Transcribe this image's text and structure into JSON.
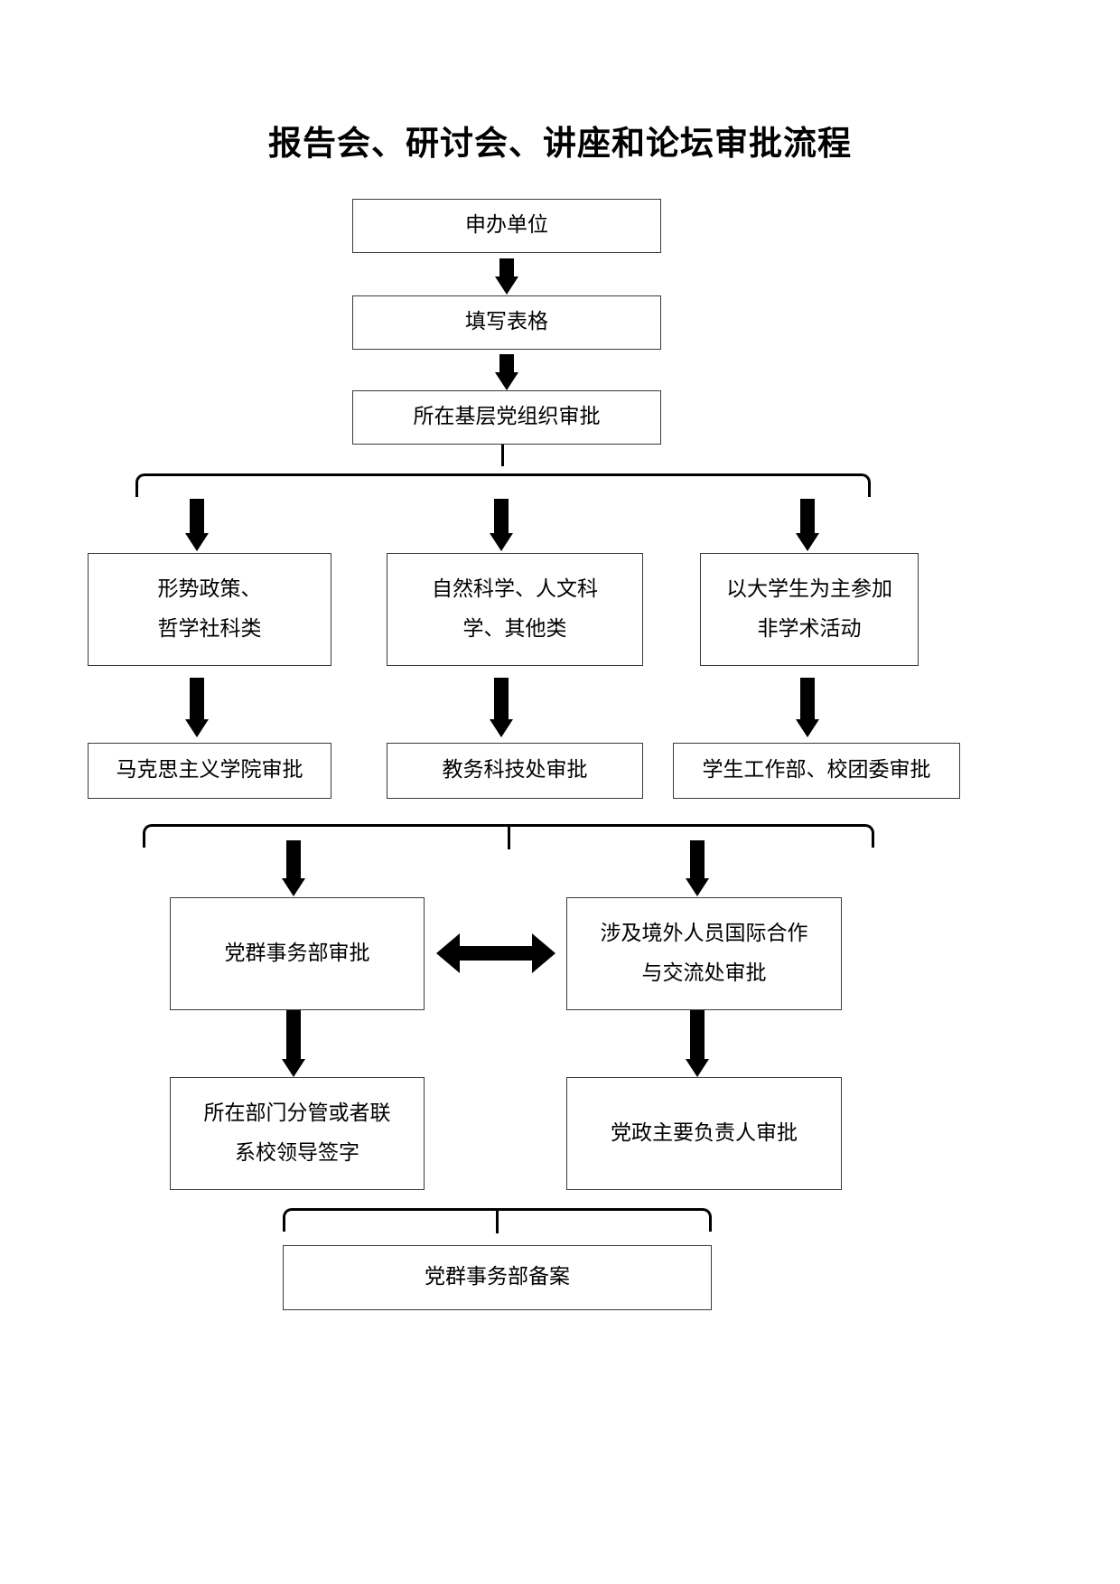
{
  "title": "报告会、研讨会、讲座和论坛审批流程",
  "nodes": {
    "applicant_unit": {
      "line1": "申办单位"
    },
    "fill_form": {
      "line1": "填写表格"
    },
    "party_branch_approval": {
      "line1": "所在基层党组织审批"
    },
    "branch_policy": {
      "line1": "形势政策、",
      "line2": "哲学社科类"
    },
    "branch_science": {
      "line1": "自然科学、人文科",
      "line2": "学、其他类"
    },
    "branch_student": {
      "line1": "以大学生为主参加",
      "line2": "非学术活动"
    },
    "marxism_college": {
      "line1": "马克思主义学院审批"
    },
    "academic_affairs": {
      "line1": "教务科技处审批"
    },
    "student_affairs": {
      "line1": "学生工作部、校团委审批"
    },
    "party_affairs_dept": {
      "line1": "党群事务部审批"
    },
    "international_office": {
      "line1": "涉及境外人员国际合作",
      "line2": "与交流处审批"
    },
    "dept_leader_sign": {
      "line1": "所在部门分管或者联",
      "line2": "系校领导签字"
    },
    "chief_officer": {
      "line1": "党政主要负责人审批"
    },
    "final_record": {
      "line1": "党群事务部备案"
    }
  },
  "connectors": {
    "down_arrow": "arrow-down-icon",
    "bidirectional_arrow": "arrow-left-right-icon",
    "split_brace": "split-brace-connector",
    "merge_brace": "merge-brace-connector"
  },
  "colors": {
    "background": "#ffffff",
    "box_border": "#3a3a3a",
    "arrow": "#000000",
    "text": "#000000"
  }
}
